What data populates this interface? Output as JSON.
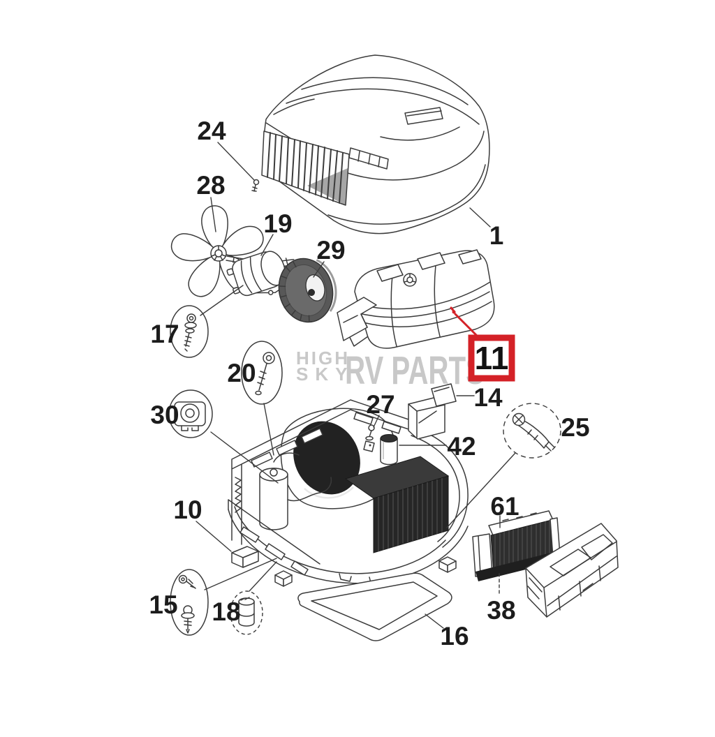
{
  "diagram": {
    "kind": "exploded-parts-diagram",
    "subject": "rooftop air conditioner unit"
  },
  "colors": {
    "line": "#3b3b3b",
    "dark_fill": "#262626",
    "drum_fill": "#585858",
    "accent_red": "#d42127",
    "watermark_gray": "#bdbdbd",
    "label_text": "#1c1c1c",
    "background": "#ffffff"
  },
  "watermark": {
    "line1": "HIGH",
    "line2": "SKY",
    "brand": "RV PARTS"
  },
  "highlight_box": {
    "label": "11"
  },
  "callouts": {
    "c1": {
      "label": "1"
    },
    "c10": {
      "label": "10"
    },
    "c14": {
      "label": "14"
    },
    "c15": {
      "label": "15"
    },
    "c16": {
      "label": "16"
    },
    "c17": {
      "label": "17"
    },
    "c18": {
      "label": "18"
    },
    "c19": {
      "label": "19"
    },
    "c20": {
      "label": "20"
    },
    "c24": {
      "label": "24"
    },
    "c25": {
      "label": "25"
    },
    "c27": {
      "label": "27"
    },
    "c28": {
      "label": "28"
    },
    "c29": {
      "label": "29"
    },
    "c30": {
      "label": "30"
    },
    "c38": {
      "label": "38"
    },
    "c42": {
      "label": "42"
    },
    "c61": {
      "label": "61"
    }
  }
}
